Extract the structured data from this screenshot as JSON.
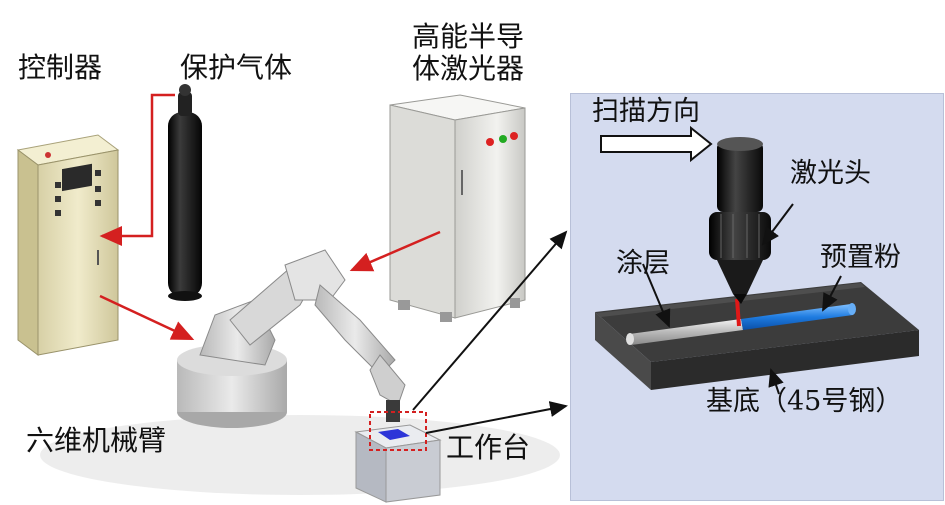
{
  "labels": {
    "controller": "控制器",
    "shield_gas": "保护气体",
    "laser_line1": "高能半导",
    "laser_line2": "体激光器",
    "robot_arm": "六维机械臂",
    "worktable": "工作台"
  },
  "detail": {
    "scan_direction": "扫描方向",
    "laser_head": "激光头",
    "coating": "涂层",
    "preset_powder": "预置粉",
    "substrate": "基底（45号钢）"
  },
  "colors": {
    "connector_red": "#d42020",
    "panel_bg": "#d4dbef",
    "powder_blue": "#1e7be0",
    "coating_gray": "#c8c8c8",
    "beige_cabinet": "#e9e3bf",
    "cylinder_black": "#1a1a1a",
    "laser_cabinet": "#e8e8e4",
    "robot_gray": "#cfcfcf"
  }
}
